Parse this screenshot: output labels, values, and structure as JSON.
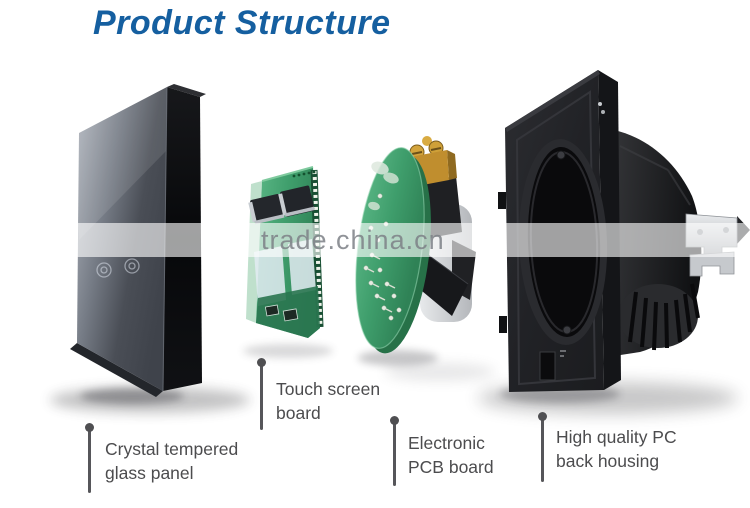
{
  "title": "Product Structure",
  "watermark": "trade.china.cn",
  "colors": {
    "title_blue": "#155fa0",
    "label_text": "#4c4c4e",
    "callout_line": "#56565a",
    "watermark_text": "#7d8187",
    "pcb_green": "#3f9e6c",
    "glass_dark": "#3f434b",
    "housing_black": "#212226",
    "brass": "#c08e2e",
    "metal_silver": "#c6c9cd",
    "background": "#ffffff"
  },
  "components": [
    {
      "name": "crystal-tempered-glass-panel",
      "label_lines": [
        "Crystal tempered",
        "glass panel"
      ]
    },
    {
      "name": "touch-screen-board",
      "label_lines": [
        "Touch screen",
        "board"
      ]
    },
    {
      "name": "electronic-pcb-board",
      "label_lines": [
        "Electronic",
        "PCB board"
      ]
    },
    {
      "name": "pc-back-housing",
      "label_lines": [
        "High quality PC",
        "back housing"
      ]
    }
  ]
}
